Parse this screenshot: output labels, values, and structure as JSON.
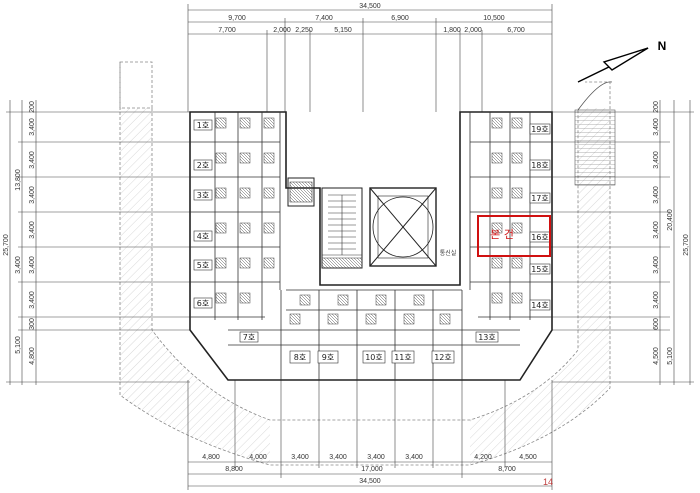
{
  "north_label": "N",
  "dims": {
    "top_total": "34,500",
    "top_row1": [
      "9,700",
      "7,400",
      "6,900",
      "10,500"
    ],
    "top_row2": [
      "7,700",
      "2,000",
      "2,250",
      "5,150",
      "1,800",
      "2,000",
      "6,700"
    ],
    "bottom_total": "34,500",
    "bottom_row1": [
      "8,800",
      "17,000",
      "8,700"
    ],
    "bottom_row2": [
      "4,800",
      "4,000",
      "3,400",
      "3,400",
      "3,400",
      "3,400",
      "4,200",
      "4,500"
    ],
    "left_total": "25,700",
    "left_sub": [
      "13,800",
      "3,400",
      "5,100"
    ],
    "left_col": [
      "200",
      "3,400",
      "3,400",
      "3,400",
      "3,400",
      "3,400",
      "3,400",
      "300",
      "4,800"
    ],
    "right_total": "25,700",
    "right_sub": [
      "20,400",
      "5,100"
    ],
    "right_col": [
      "200",
      "3,400",
      "3,400",
      "3,400",
      "3,400",
      "3,400",
      "3,400",
      "600",
      "4,500"
    ]
  },
  "units_left": [
    "1호",
    "2호",
    "3호",
    "4호",
    "5호",
    "6호"
  ],
  "units_bottom": [
    "7호",
    "8호",
    "9호",
    "10호",
    "11호",
    "12호",
    "13호"
  ],
  "units_right": [
    "19호",
    "18호",
    "17호",
    "16호",
    "15호",
    "14호"
  ],
  "highlight_label": "본 건",
  "shaft_label": "통신실",
  "page_mark": "14"
}
